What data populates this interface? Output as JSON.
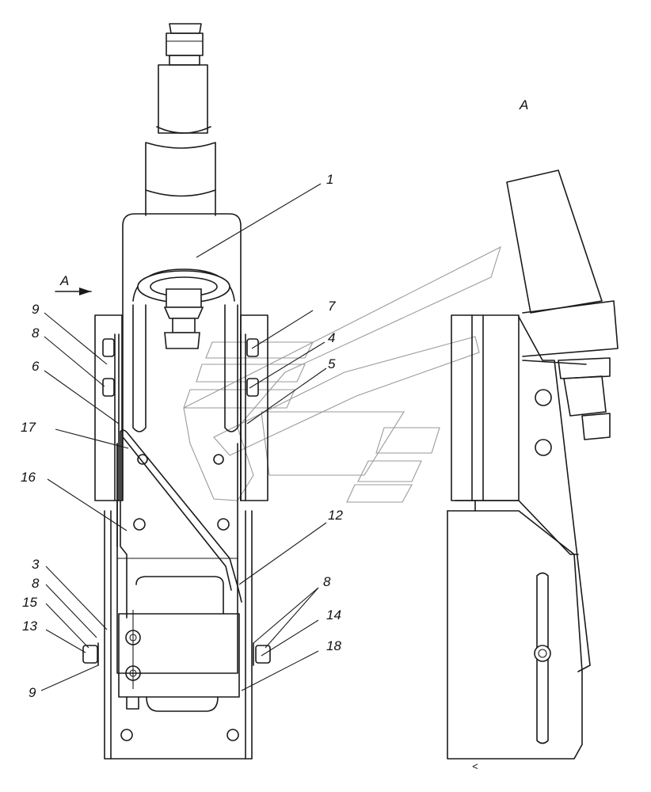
{
  "view_label": "A",
  "arrow_label": "A",
  "callouts": {
    "c1": "1",
    "c7": "7",
    "c4": "4",
    "c5": "5",
    "c9a": "9",
    "c8a": "8",
    "c6": "6",
    "c17": "17",
    "c16": "16",
    "c12": "12",
    "c3": "3",
    "c8b": "8",
    "c15": "15",
    "c13": "13",
    "c9b": "9",
    "c8c": "8",
    "c14": "14",
    "c18": "18"
  },
  "small_mark": "<"
}
